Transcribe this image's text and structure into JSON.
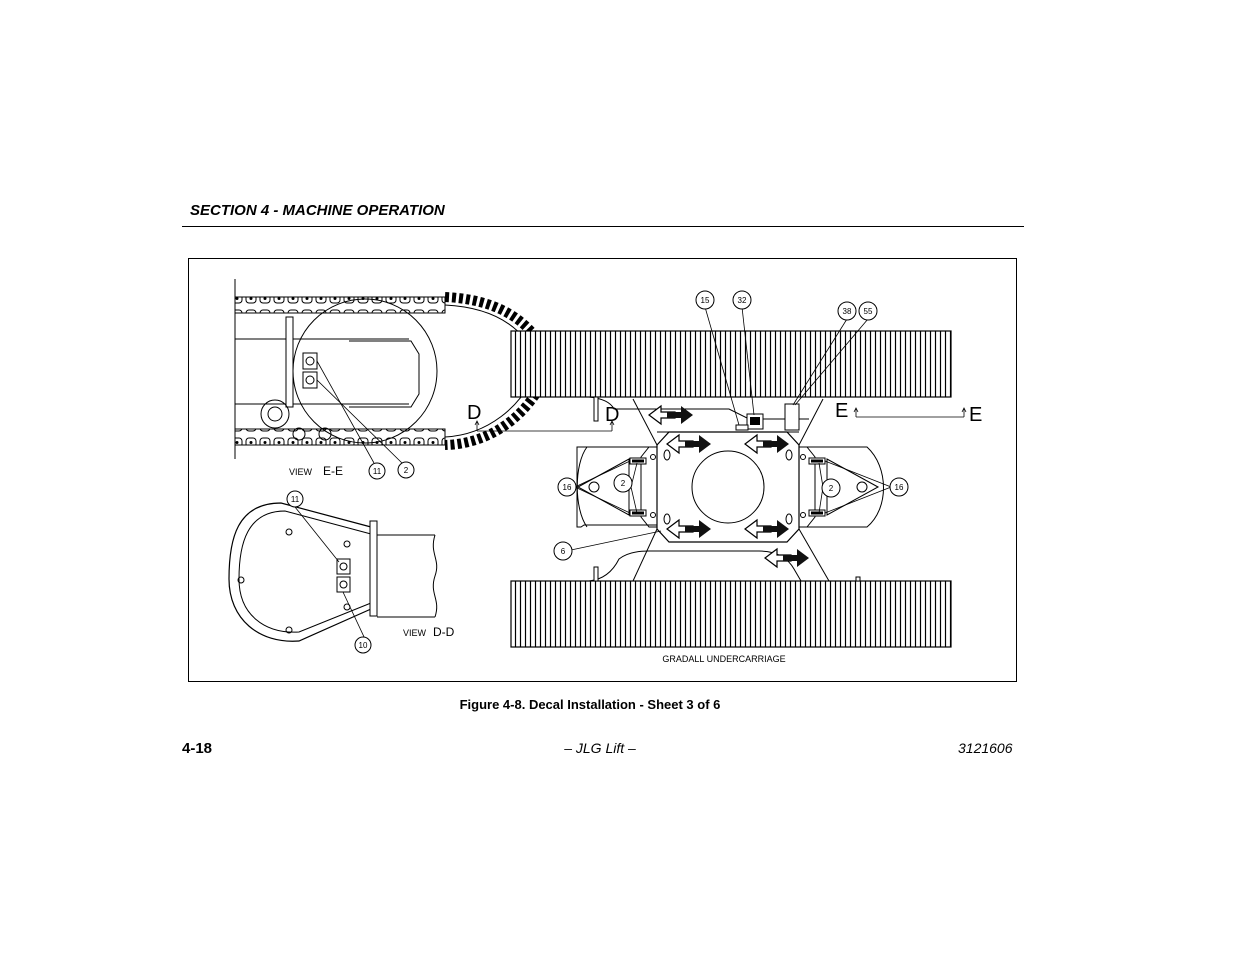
{
  "header": {
    "section_title": "SECTION 4 - MACHINE OPERATION"
  },
  "figure": {
    "caption": "Figure 4-8. Decal Installation - Sheet 3 of 6",
    "view_ee": {
      "word": "VIEW",
      "label": "E-E"
    },
    "view_dd": {
      "word": "VIEW",
      "label": "D-D"
    },
    "undercarriage_label": "GRADALL UNDERCARRIAGE",
    "section_letter_d": "D",
    "section_letter_e": "E",
    "callouts": {
      "ee_11": "11",
      "ee_2": "2",
      "dd_11": "11",
      "dd_10": "10",
      "c15": "15",
      "c32": "32",
      "c38": "38",
      "c55": "55",
      "left_16": "16",
      "left_2": "2",
      "right_2": "2",
      "right_16": "16",
      "c6": "6"
    }
  },
  "footer": {
    "page_number": "4-18",
    "center_text": "– JLG Lift –",
    "doc_number": "3121606"
  }
}
